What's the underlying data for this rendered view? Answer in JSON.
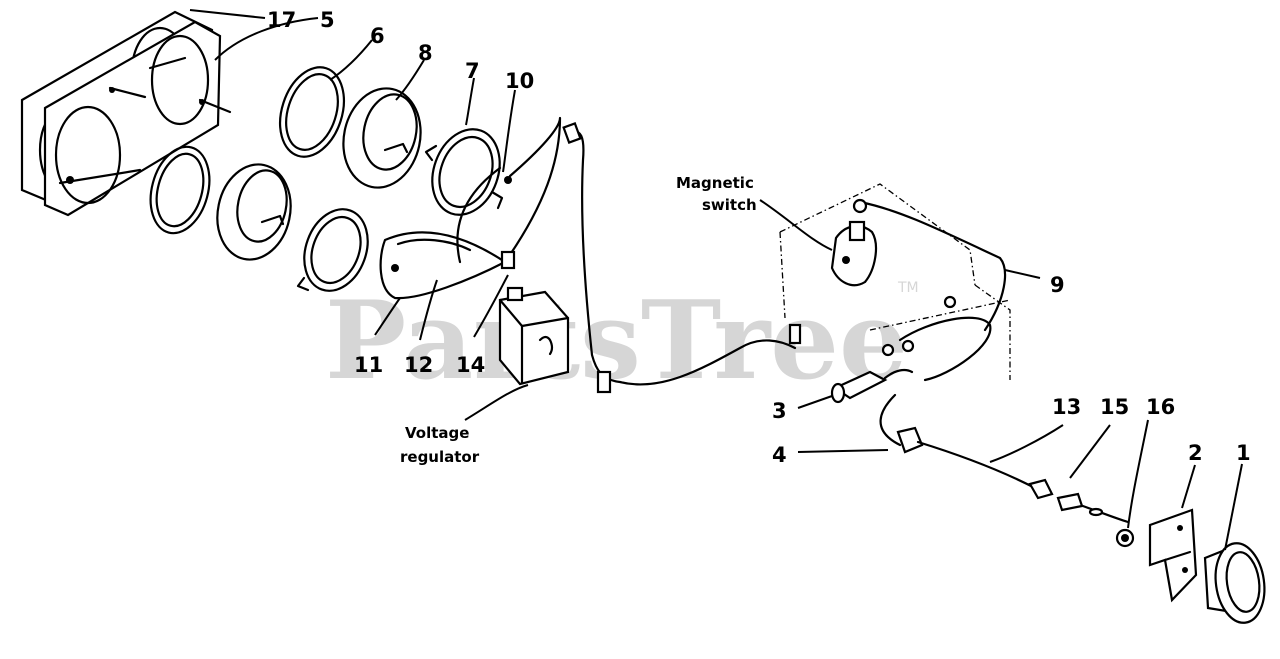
{
  "watermark": {
    "text": "PartsTree",
    "trademark": "TM"
  },
  "labels": {
    "magnetic_switch_line1": "Magnetic",
    "magnetic_switch_line2": "switch",
    "voltage_regulator_line1": "Voltage",
    "voltage_regulator_line2": "regulator"
  },
  "callouts": {
    "c1": "1",
    "c2": "2",
    "c3": "3",
    "c4": "4",
    "c5": "5",
    "c6": "6",
    "c7": "7",
    "c8": "8",
    "c9": "9",
    "c10": "10",
    "c11": "11",
    "c12": "12",
    "c13": "13",
    "c14": "14",
    "c15": "15",
    "c16": "16",
    "c17": "17"
  }
}
